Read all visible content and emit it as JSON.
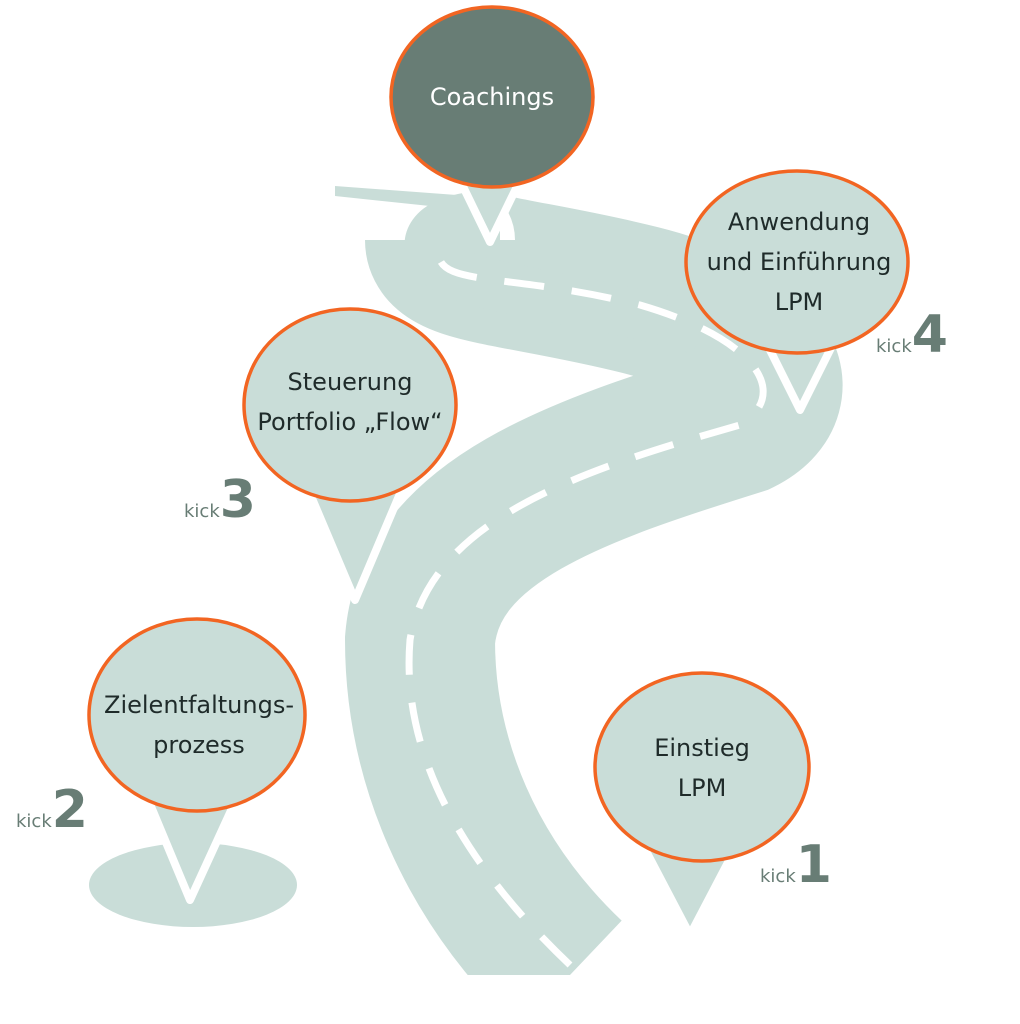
{
  "colors": {
    "road": "#c9ddd8",
    "stop_fill": "#c9ddd8",
    "stop_border": "#f26522",
    "highlight_fill": "#687d75",
    "kick_text": "#687d75"
  },
  "stops": [
    {
      "id": "coachings",
      "lines": [
        "Coachings"
      ]
    },
    {
      "id": "anwendung",
      "lines": [
        "Anwendung",
        "und Einführung",
        "LPM"
      ],
      "kick_word": "kick",
      "kick_number": "4"
    },
    {
      "id": "steuerung",
      "lines": [
        "Steuerung",
        "Portfolio „Flow“"
      ],
      "kick_word": "kick",
      "kick_number": "3"
    },
    {
      "id": "zielentfaltung",
      "lines": [
        "Zielentfaltungs-",
        "prozess"
      ],
      "kick_word": "kick",
      "kick_number": "2"
    },
    {
      "id": "einstieg",
      "lines": [
        "Einstieg",
        "LPM"
      ],
      "kick_word": "kick",
      "kick_number": "1"
    }
  ]
}
